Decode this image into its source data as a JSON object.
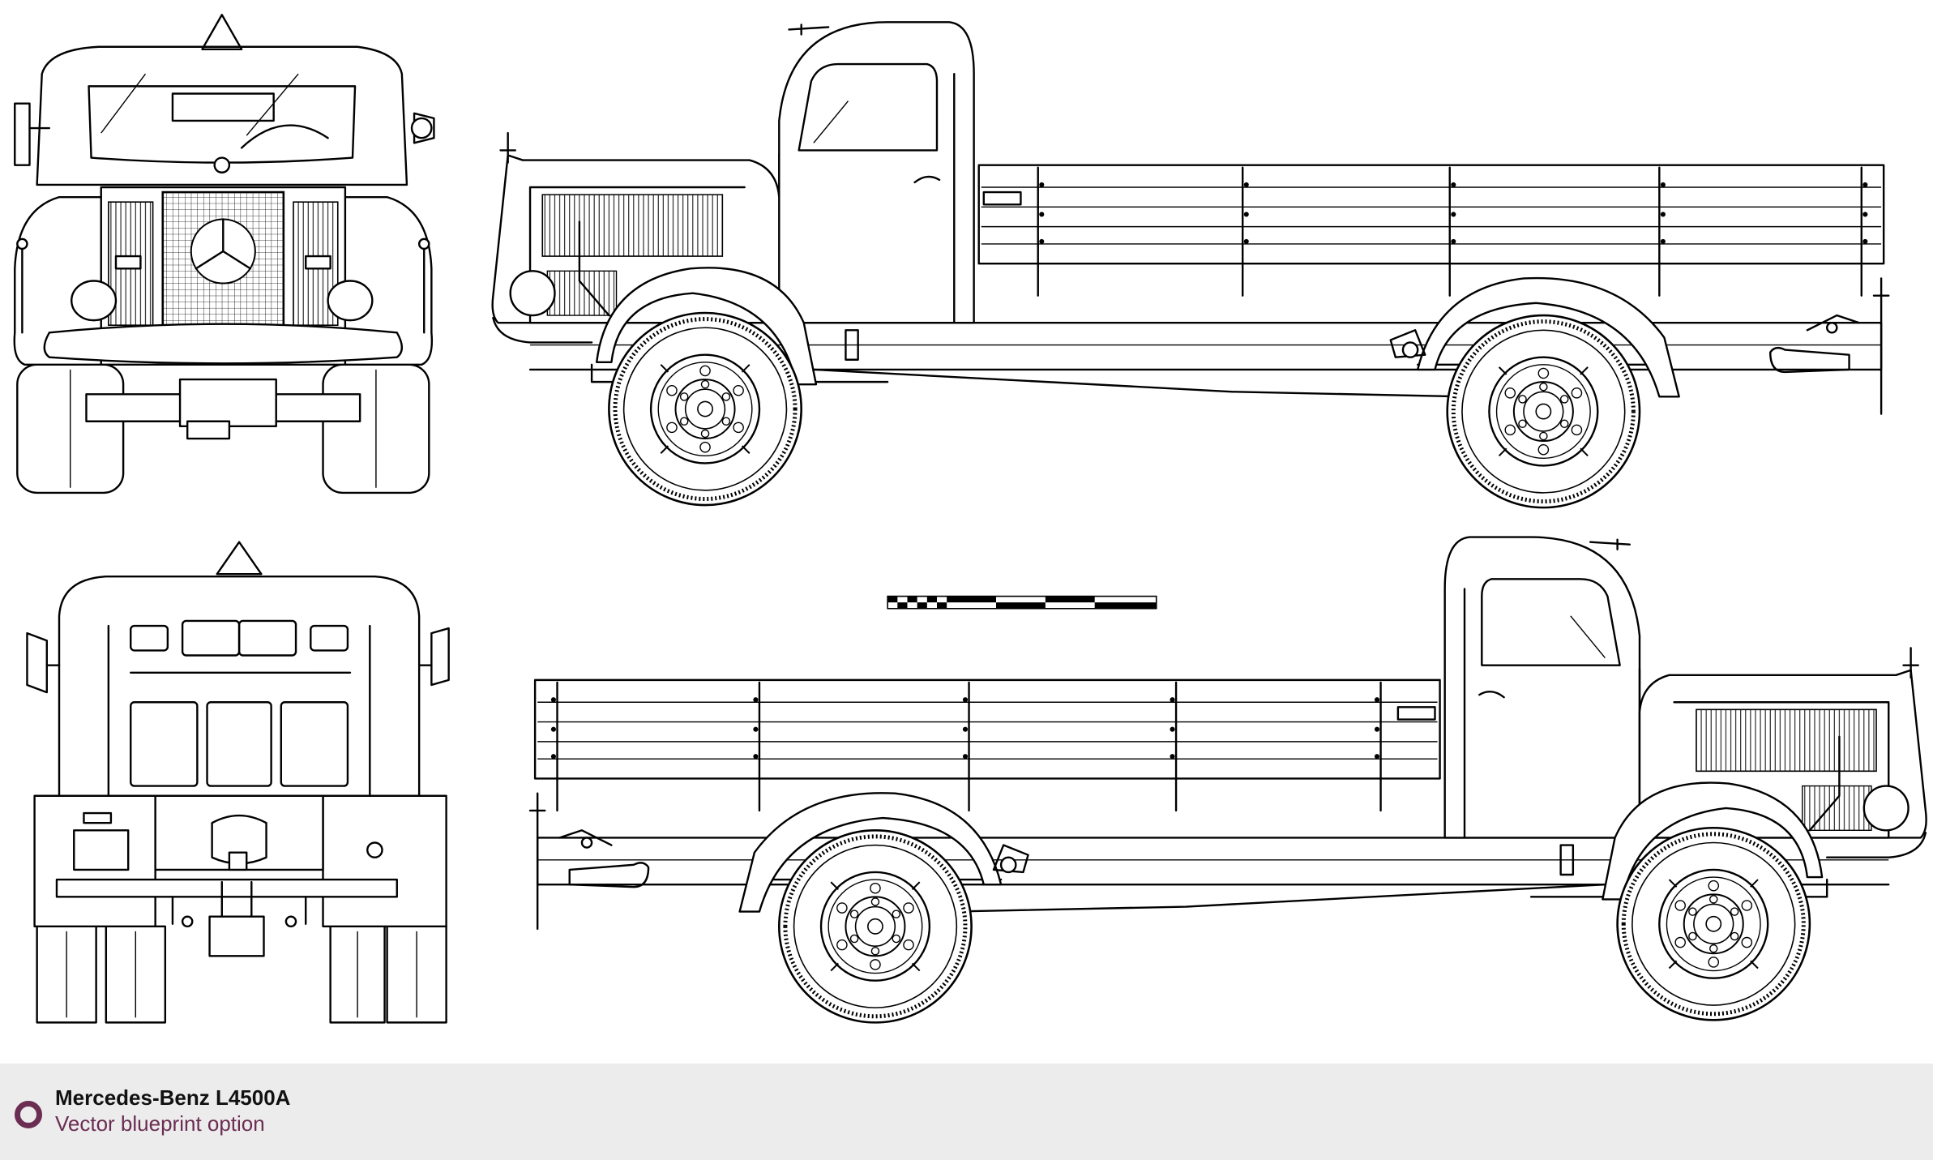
{
  "footer": {
    "title": "Mercedes-Benz L4500A",
    "subtitle": "Vector blueprint option",
    "accent_color": "#6b2d52",
    "icon": "radio-ring-icon"
  },
  "drawing": {
    "views": [
      "front-view",
      "side-view-left",
      "rear-view",
      "side-view-right"
    ],
    "line_color": "#000000",
    "background": "#ffffff"
  }
}
